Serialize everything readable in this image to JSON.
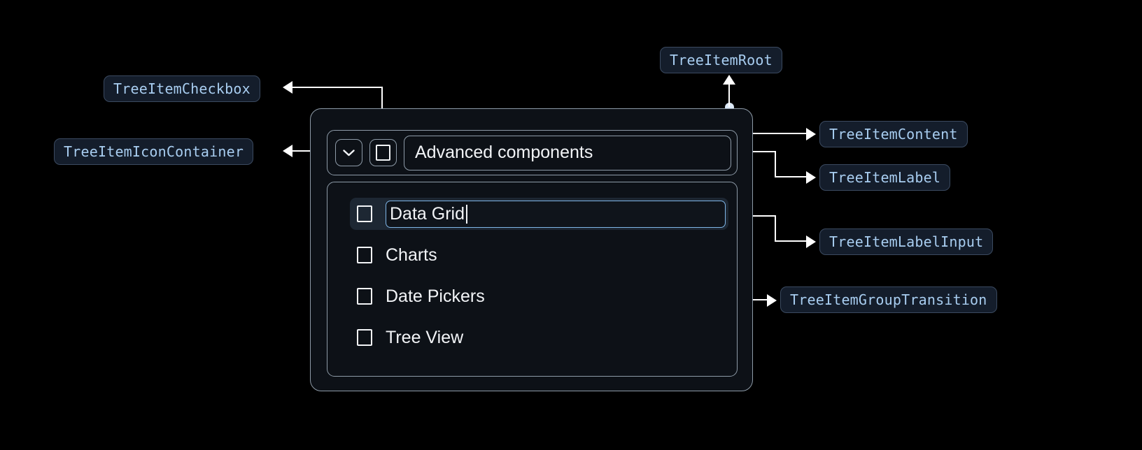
{
  "annotations": [
    {
      "id": "checkbox",
      "label": "TreeItemCheckbox"
    },
    {
      "id": "icon_container",
      "label": "TreeItemIconContainer"
    },
    {
      "id": "root",
      "label": "TreeItemRoot"
    },
    {
      "id": "content",
      "label": "TreeItemContent"
    },
    {
      "id": "label",
      "label": "TreeItemLabel"
    },
    {
      "id": "label_input",
      "label": "TreeItemLabelInput"
    },
    {
      "id": "group_transition",
      "label": "TreeItemGroupTransition"
    }
  ],
  "tree": {
    "root_item": {
      "expand_icon": "chevron-down-icon",
      "checkbox": "unchecked",
      "label": "Advanced components"
    },
    "children": [
      {
        "label": "Data Grid",
        "checkbox": "unchecked",
        "editing": true,
        "selected": true
      },
      {
        "label": "Charts",
        "checkbox": "unchecked",
        "editing": false,
        "selected": false
      },
      {
        "label": "Date Pickers",
        "checkbox": "unchecked",
        "editing": false,
        "selected": false
      },
      {
        "label": "Tree View",
        "checkbox": "unchecked",
        "editing": false,
        "selected": false
      }
    ]
  },
  "colors": {
    "background": "#000000",
    "surface": "#0d1117",
    "border": "#8e9ba8",
    "badge_bg": "#141d2b",
    "badge_border": "#3b4a60",
    "badge_text": "#a8cdf0",
    "accent_focus": "#7fb6e8",
    "selected_row": "#1d2733",
    "text": "#f2f4f7",
    "connector": "#ffffff"
  }
}
